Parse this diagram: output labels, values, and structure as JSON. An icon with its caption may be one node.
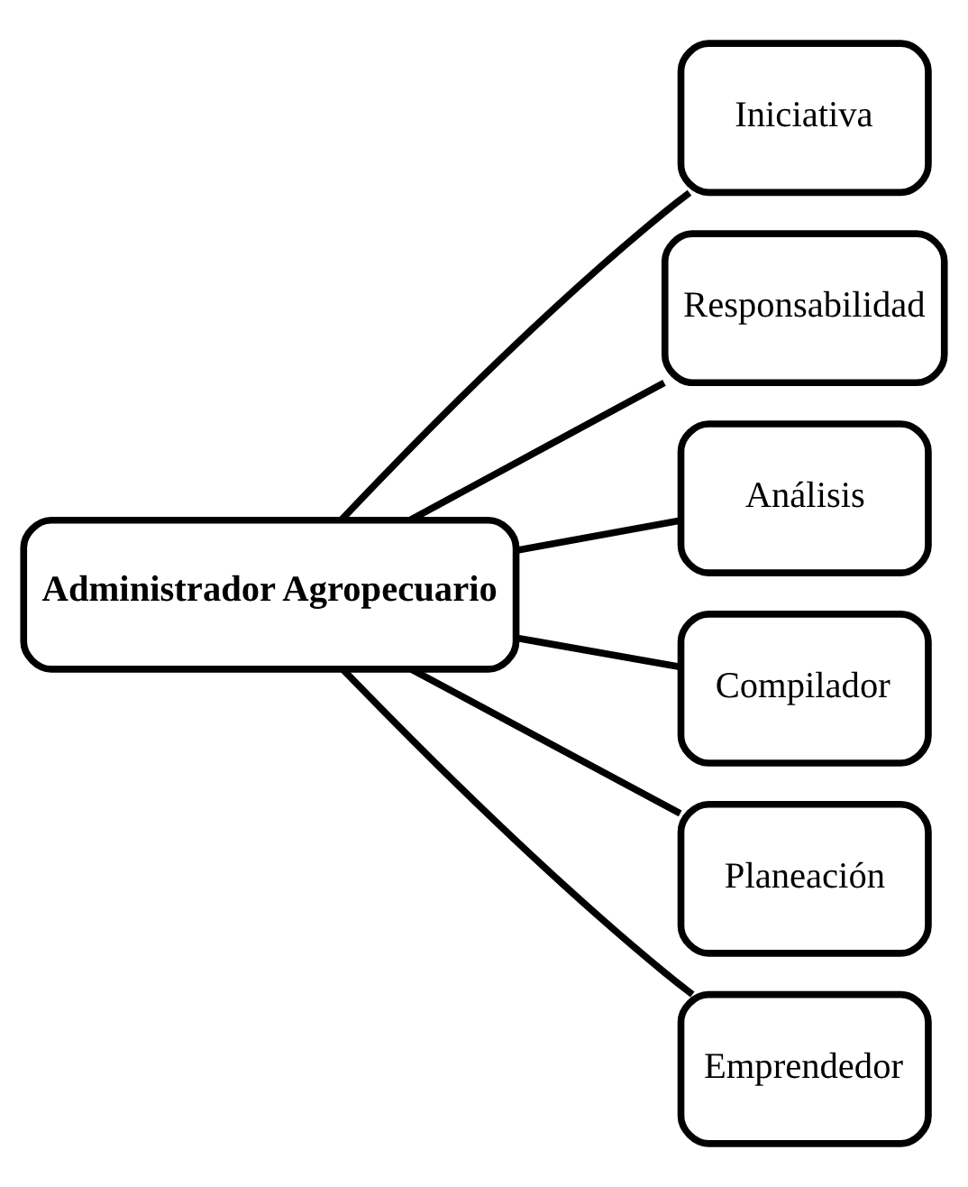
{
  "diagram": {
    "nodes": [
      {
        "text": [
          "Administrador Agropecuario"
        ]
      },
      {
        "text": [
          "Iniciativa"
        ]
      },
      {
        "text": [
          "Responsabilidad"
        ]
      },
      {
        "text": [
          "Análisis"
        ]
      },
      {
        "text": [
          "Compilador"
        ]
      },
      {
        "text": [
          "Planeación"
        ]
      },
      {
        "text": [
          "Emprendedor"
        ]
      }
    ],
    "edges": [
      {
        "from": 0,
        "to": 1,
        "arrow": "none"
      },
      {
        "from": 0,
        "to": 2,
        "arrow": "none"
      },
      {
        "from": 0,
        "to": 3,
        "arrow": "none"
      },
      {
        "from": 0,
        "to": 4,
        "arrow": "none"
      },
      {
        "from": 0,
        "to": 5,
        "arrow": "none"
      },
      {
        "from": 0,
        "to": 6,
        "arrow": "none"
      }
    ]
  }
}
